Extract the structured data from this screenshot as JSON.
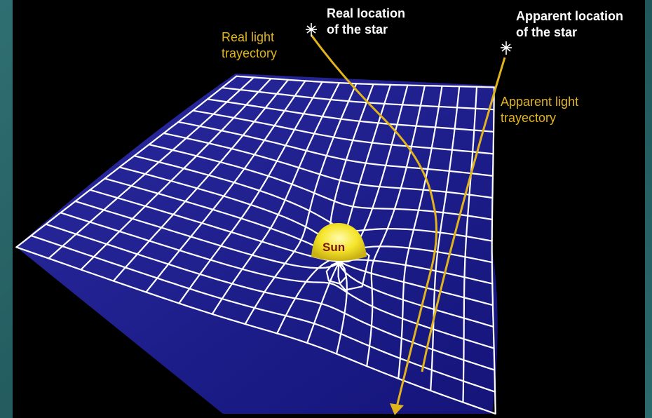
{
  "labels": {
    "real_location": "Real location of the star",
    "real_location_line1": "Real location",
    "real_location_line2": "of the star",
    "apparent_location_line1": "Apparent location",
    "apparent_location_line2": "of the star",
    "real_light_line1": "Real light",
    "real_light_line2": "trayectory",
    "apparent_light_line1": "Apparent light",
    "apparent_light_line2": "trayectory",
    "sun": "Sun"
  },
  "colors": {
    "background": "#000000",
    "grid_fill": "#1c1c8c",
    "grid_lines": "#ffffff",
    "light_path": "#e2b41c",
    "sun_fill": "#f5e52a",
    "sun_text": "#7a1518",
    "frame": "#2f6f72"
  }
}
